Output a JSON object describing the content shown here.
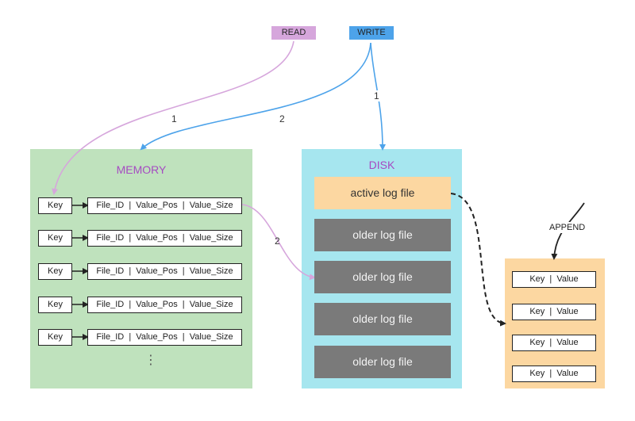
{
  "tags": {
    "read": "READ",
    "write": "WRITE"
  },
  "memory": {
    "title": "MEMORY",
    "rows": [
      {
        "key": "Key",
        "record": "File_ID  |  Value_Pos  |  Value_Size"
      },
      {
        "key": "Key",
        "record": "File_ID  |  Value_Pos  |  Value_Size"
      },
      {
        "key": "Key",
        "record": "File_ID  |  Value_Pos  |  Value_Size"
      },
      {
        "key": "Key",
        "record": "File_ID  |  Value_Pos  |  Value_Size"
      },
      {
        "key": "Key",
        "record": "File_ID  |  Value_Pos  |  Value_Size"
      }
    ],
    "ellipsis": "⋮"
  },
  "disk": {
    "title": "DISK",
    "files": [
      "active log file",
      "older log file",
      "older log file",
      "older log file",
      "older log file"
    ]
  },
  "append": {
    "label": "APPEND",
    "entries": [
      "Key  |  Value",
      "Key  |  Value",
      "Key  |  Value",
      "Key  |  Value"
    ]
  },
  "edge_labels": {
    "read_to_memory": "1",
    "write_to_memory": "2",
    "write_to_disk": "1",
    "memory_to_disk": "2"
  },
  "colors": {
    "read": "#d6a6dc",
    "write": "#4da3ea",
    "memory": "#bfe2bd",
    "disk": "#a6e6ef",
    "append": "#fcd7a1",
    "older_file": "#7a7a7a",
    "title": "#a64bc2"
  }
}
